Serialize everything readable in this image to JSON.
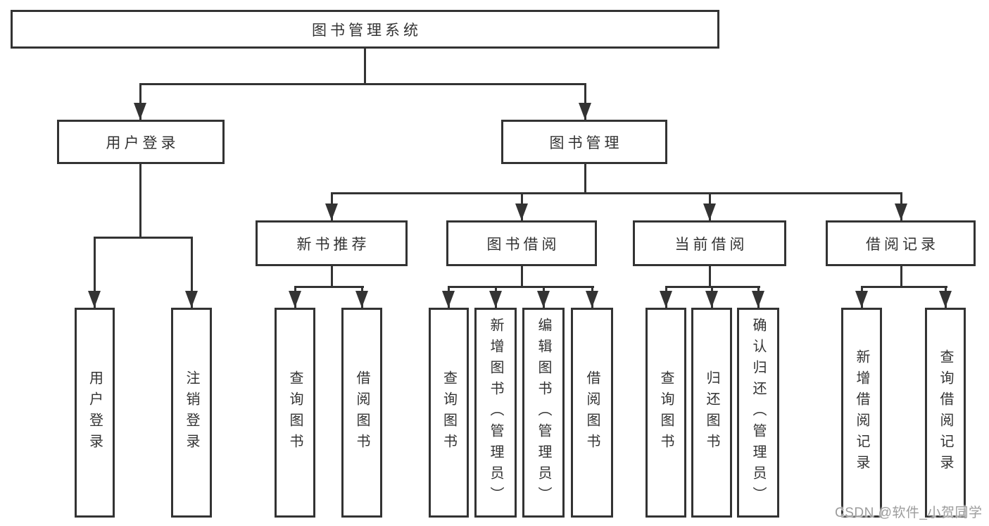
{
  "colors": {
    "line": "#333333",
    "text": "#333333",
    "background": "#ffffff",
    "watermark": "#9c9c9c"
  },
  "diagram": {
    "root": {
      "label": "图书管理系统"
    },
    "branches": [
      {
        "label": "用户登录",
        "children": [
          {
            "label": "用户登录"
          },
          {
            "label": "注销登录"
          }
        ]
      },
      {
        "label": "图书管理",
        "children": [
          {
            "label": "新书推荐",
            "children": [
              {
                "label": "查询图书"
              },
              {
                "label": "借阅图书"
              }
            ]
          },
          {
            "label": "图书借阅",
            "children": [
              {
                "label": "查询图书"
              },
              {
                "label": "新增图书（管理员）"
              },
              {
                "label": "编辑图书（管理员）"
              },
              {
                "label": "借阅图书"
              }
            ]
          },
          {
            "label": "当前借阅",
            "children": [
              {
                "label": "查询图书"
              },
              {
                "label": "归还图书"
              },
              {
                "label": "确认归还（管理员）"
              }
            ]
          },
          {
            "label": "借阅记录",
            "children": [
              {
                "label": "新增借阅记录"
              },
              {
                "label": "查询借阅记录"
              }
            ]
          }
        ]
      }
    ]
  },
  "watermark": {
    "text": "CSDN @软件_小贺同学"
  }
}
